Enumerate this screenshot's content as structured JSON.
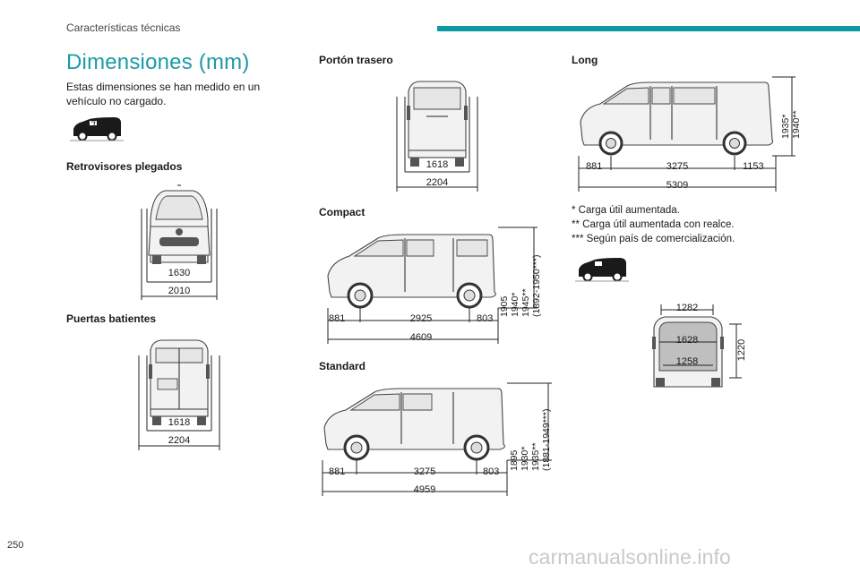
{
  "header": {
    "section": "Características técnicas",
    "accent": "#0d99a3"
  },
  "page": {
    "number": "250",
    "watermark": "carmanualsonline.info"
  },
  "title": "Dimensiones (mm)",
  "intro": "Estas dimensiones se han medido en un vehículo no cargado.",
  "sections": {
    "mirrors": {
      "label": "Retrovisores plegados",
      "width": "1630",
      "overall": "2010"
    },
    "doors": {
      "label": "Puertas batientes",
      "width": "1618",
      "overall": "2204"
    },
    "tailgate": {
      "label": "Portón trasero",
      "width": "1618",
      "overall": "2204"
    },
    "compact": {
      "label": "Compact",
      "front": "881",
      "wheelbase": "2925",
      "rear": "803",
      "length": "4609",
      "heights": [
        "1905",
        "1940*",
        "1945**",
        "(1892-1950***)"
      ]
    },
    "standard": {
      "label": "Standard",
      "front": "881",
      "wheelbase": "3275",
      "rear": "803",
      "length": "4959",
      "heights": [
        "1895",
        "1930*",
        "1935**",
        "(1881-1949***)"
      ]
    },
    "long": {
      "label": "Long",
      "front": "881",
      "wheelbase": "3275",
      "rear": "1153",
      "length": "5309",
      "heights": [
        "1935*",
        "1940**"
      ]
    },
    "cargo": {
      "top": "1282",
      "middle": "1628",
      "bottom": "1258",
      "height": "1220"
    }
  },
  "notes": [
    "* Carga útil aumentada.",
    "** Carga útil aumentada con realce.",
    "*** Según país de comercialización."
  ]
}
